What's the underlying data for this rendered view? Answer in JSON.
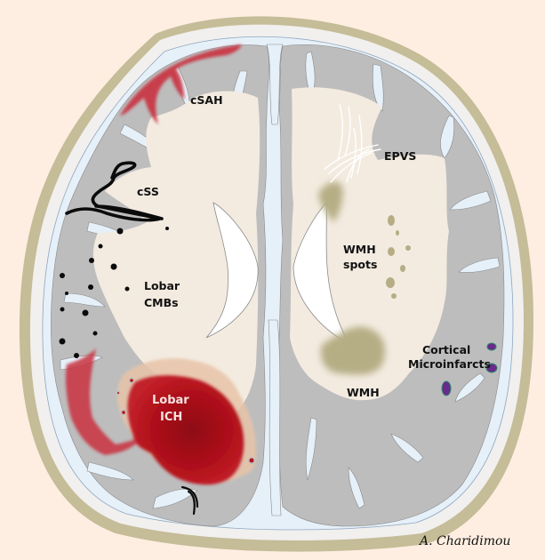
{
  "figure": {
    "type": "axial brain section illustration",
    "labels": {
      "csah": "cSAH",
      "css": "cSS",
      "epvs": "EPVS",
      "wmh_spots_line1": "WMH",
      "wmh_spots_line2": "spots",
      "lobar_cmbs_line1": "Lobar",
      "lobar_cmbs_line2": "CMBs",
      "lobar_ich_line1": "Lobar",
      "lobar_ich_line2": "ICH",
      "wmh": "WMH",
      "cortical_line1": "Cortical",
      "cortical_line2": "Microinfarcts"
    },
    "signature": "A. Charidimou"
  },
  "colors": {
    "background": "#fdeee1",
    "skull": "#c5bc98",
    "scalp": "#f1f0ee",
    "csf": "#e6f0f9",
    "gray_matter": "#bdbdbd",
    "white_matter": "#f3ebe0",
    "hemorrhage": "#b5121b",
    "microinfarct": "#6a2a8c",
    "wmh": "#b5ad84"
  }
}
